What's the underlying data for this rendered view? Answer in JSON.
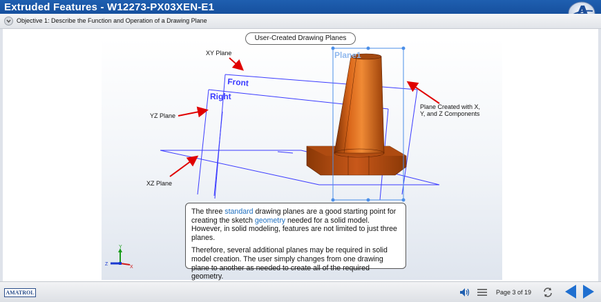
{
  "header": {
    "title": "Extruded Features - W12273-PX03XEN-E1"
  },
  "objective": {
    "text": "Objective 1: Describe the Function and Operation of a Drawing Plane"
  },
  "section": {
    "title": "User-Created Drawing Planes"
  },
  "diagram": {
    "labels": {
      "xy_plane": "XY Plane",
      "yz_plane": "YZ Plane",
      "xz_plane": "XZ Plane",
      "plane_created_line1": "Plane Created with X,",
      "plane_created_line2": "Y, and Z Components"
    },
    "model_labels": {
      "front": "Front",
      "right": "Right",
      "plane1": "Plane1"
    },
    "triad": {
      "y": "Y",
      "z": "Z",
      "x": "X"
    },
    "colors": {
      "plane_lines": "#3a3aff",
      "arrows": "#e00000",
      "part_orange": "#d9661a"
    }
  },
  "description": {
    "p1_before_standard": "The three ",
    "p1_standard": "standard",
    "p1_mid": " drawing planes are a good starting point for creating the sketch ",
    "p1_geometry": "geometry",
    "p1_after": " needed for a solid model. However, in solid modeling, features are not limited to just three planes.",
    "p2": "Therefore, several additional planes may be required in solid model creation. The user simply changes from one drawing plane to another as needed to create all of the required geometry."
  },
  "footer": {
    "brand": "AMATROL",
    "page_info": "Page 3 of 19",
    "icons": [
      "speaker-icon",
      "menu-icon",
      "refresh-icon",
      "prev-arrow-icon",
      "next-arrow-icon"
    ]
  }
}
